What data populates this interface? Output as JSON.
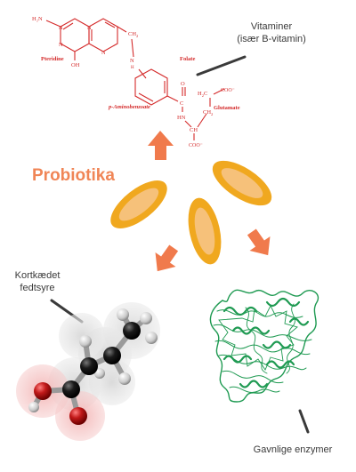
{
  "folate_molecule": {
    "group_pteridine": "Pteridine",
    "group_paba": "p-Aminobenzoate",
    "group_glutamate": "Glutamate",
    "name": "Folate",
    "atoms": {
      "h2n": "H₂N",
      "n_top": "N",
      "n_left": "N",
      "n_mid_top": "N",
      "n_mid_bot": "N",
      "oh": "OH",
      "ch2_top": "CH",
      "ch2_top_sub": "2",
      "nh_top": "N",
      "h_top": "H",
      "c_carbonyl": "C",
      "o_carbonyl": "O",
      "nh_bottom": "HN",
      "ch_alpha": "CH",
      "coo_bottom": "COO⁻",
      "h2c": "H",
      "h2c_sub": "2",
      "h2c_c": "C",
      "ch2_mid": "CH",
      "ch2_mid_sub": "2",
      "coo_right": "COO⁻"
    },
    "color": "#d42a2a"
  },
  "labels": {
    "vitamins_line1": "Vitaminer",
    "vitamins_line2": "(især B-vitamin)",
    "probiotics": "Probiotika",
    "fatty_acid_line1": "Kortkædet",
    "fatty_acid_line2": "fedtsyre",
    "enzymes": "Gavnlige enzymer"
  },
  "colors": {
    "arrow": "#f07a4c",
    "probiotic_outer": "#f0a81f",
    "probiotic_inner": "#f6c17a",
    "enzyme": "#1f9a52",
    "label_gray": "#3a3a3a",
    "probiotic_text": "#f08556"
  },
  "icons": [
    "arrow-up-icon",
    "arrow-down-left-icon",
    "arrow-down-right-icon"
  ]
}
